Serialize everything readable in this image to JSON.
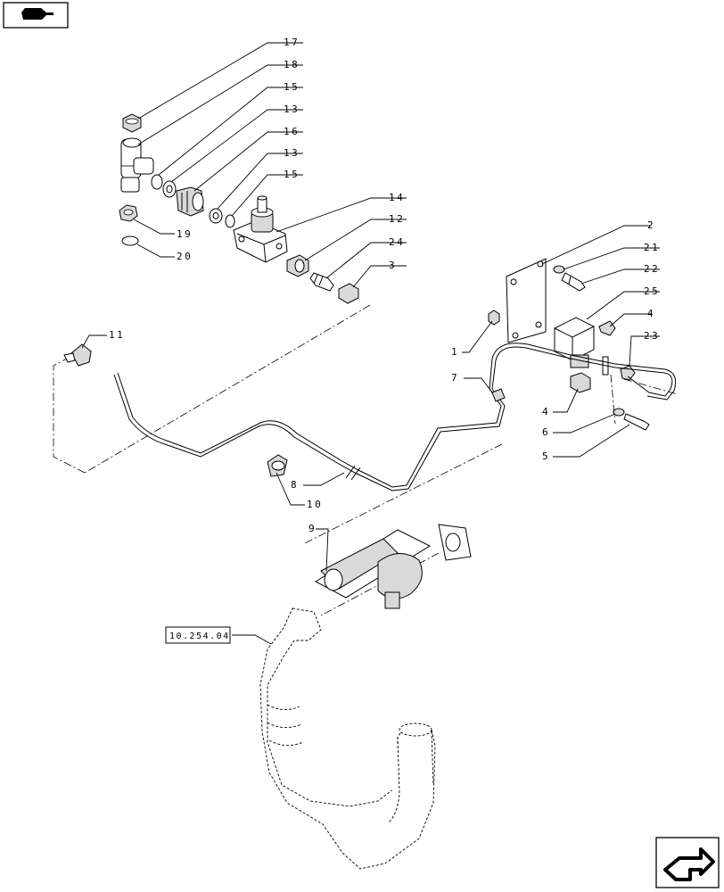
{
  "reference_tag": "10.254.04",
  "icons": {
    "top_left": "previous-page-arrow-icon",
    "bottom_right": "next-page-arrow-icon"
  },
  "callouts": {
    "c17": "17",
    "c18": "18",
    "c15a": "15",
    "c13a": "13",
    "c16": "16",
    "c13b": "13",
    "c15b": "15",
    "c14": "14",
    "c19": "19",
    "c20": "20",
    "c12": "12",
    "c24": "24",
    "c3": "3",
    "c2": "2",
    "c21": "21",
    "c22": "22",
    "c25": "25",
    "c4a": "4",
    "c23": "23",
    "c1": "1",
    "c7": "7",
    "c4b": "4",
    "c6": "6",
    "c5": "5",
    "c11": "11",
    "c8": "8",
    "c10": "10",
    "c9": "9"
  }
}
